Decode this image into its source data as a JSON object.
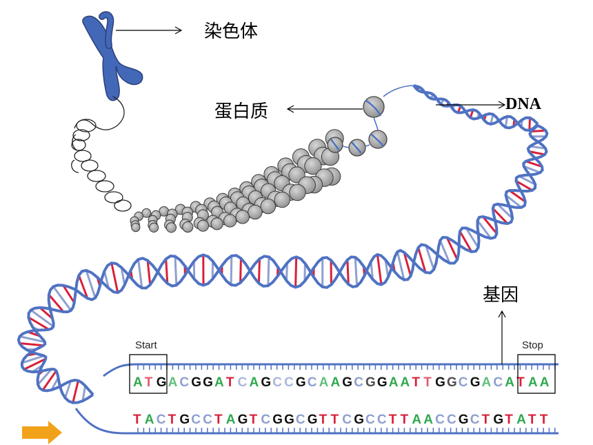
{
  "labels": {
    "chromosome": "染色体",
    "protein": "蛋白质",
    "dna": "DNA",
    "gene": "基因",
    "start": "Start",
    "stop": "Stop"
  },
  "sequence": {
    "top_strand": "ATGACGGATCAGCCGCAAGCGGAATTGGCGACATAA",
    "bottom_strand": "TACTGCCTAGTCGGCGTTCGCCTTAACCGCTGTATT",
    "top_pale_positions": [
      1,
      3,
      9,
      12,
      13,
      16,
      20,
      25,
      27,
      30
    ],
    "bottom_pale_positions": [],
    "bold_positions": [
      4,
      5,
      6,
      7,
      8,
      10,
      11,
      14,
      15,
      17,
      18,
      19,
      21,
      22,
      23,
      24,
      26,
      28,
      29,
      31
    ]
  },
  "colors": {
    "A": "#2fa84f",
    "T": "#d8203a",
    "G": "#111111",
    "C": "#8e9fd0",
    "backbone": "#4f72c2",
    "chromosome": "#4468b8",
    "nucleosome": "#a9a9a9",
    "arrow_accent": "#f2a21a"
  },
  "icons": {
    "direction": "right-arrow-icon"
  }
}
